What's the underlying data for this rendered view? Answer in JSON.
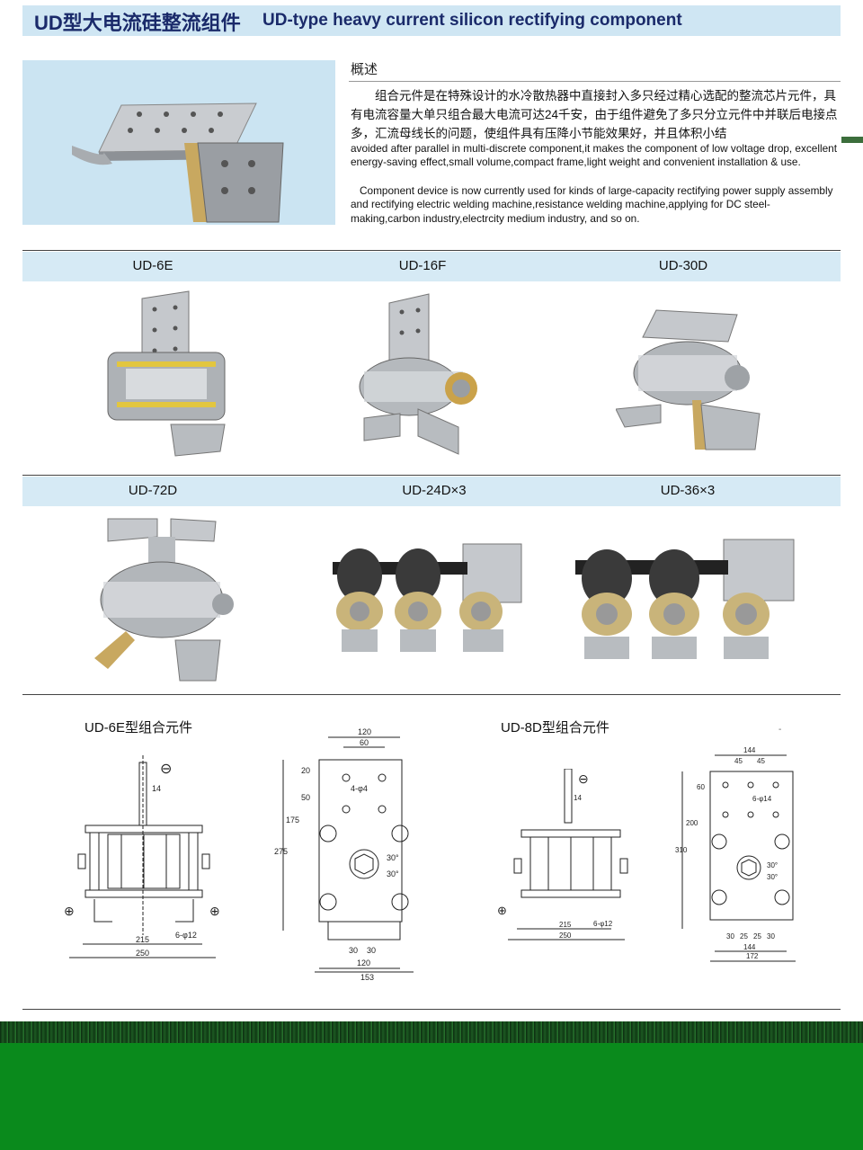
{
  "header": {
    "title_cn": "UD型大电流硅整流组件",
    "title_en": "UD-type heavy current silicon rectifying component"
  },
  "overview": {
    "heading": "概述",
    "text_cn": "组合元件是在特殊设计的水冷散热器中直接封入多只经过精心选配的整流芯片元件，具有电流容量大单只组合最大电流可达24千安，由于组件避免了多只分立元件中并联后电接点多，汇流母线长的问题，使组件具有压降小节能效果好，并且体积小结",
    "text_en_1": "avoided after parallel in multi-discrete component,it makes the component of low voltage drop, excellent energy-saving effect,small volume,compact frame,light weight and convenient installation & use.",
    "text_en_2": "Component device is now currently used for kinds of large-capacity rectifying power supply assembly and rectifying electric welding machine,resistance welding machine,applying for DC steel-making,carbon industry,electrcity medium industry, and so on."
  },
  "products_row1": [
    "UD-6E",
    "UD-16F",
    "UD-30D"
  ],
  "products_row2": [
    "UD-72D",
    "UD-24D×3",
    "UD-36×3"
  ],
  "drawings": {
    "title_left": "UD-6E型组合元件",
    "title_right": "UD-8D型组合元件",
    "d1": {
      "d14": "14",
      "d215": "215",
      "d250": "250",
      "phi": "6-φ12"
    },
    "d2": {
      "d120": "120",
      "d60": "60",
      "d20": "20",
      "d50": "50",
      "d175": "175",
      "d275": "275",
      "holes": "4-φ4",
      "a1": "30°",
      "a2": "30°",
      "b30a": "30",
      "b30b": "30",
      "b120": "120",
      "b153": "153"
    },
    "d3": {
      "d14": "14",
      "d215": "215",
      "d250": "250",
      "phi": "6-φ12"
    },
    "d4": {
      "d144": "144",
      "d45a": "45",
      "d45b": "45",
      "d60": "60",
      "d200": "200",
      "d310": "310",
      "holes": "6-φ14",
      "a1": "30°",
      "a2": "30°",
      "b30": "30",
      "b25a": "25",
      "b25b": "25",
      "b30b": "30",
      "b144": "144",
      "b172": "172"
    },
    "minus": "⊖",
    "plus": "⊕"
  }
}
